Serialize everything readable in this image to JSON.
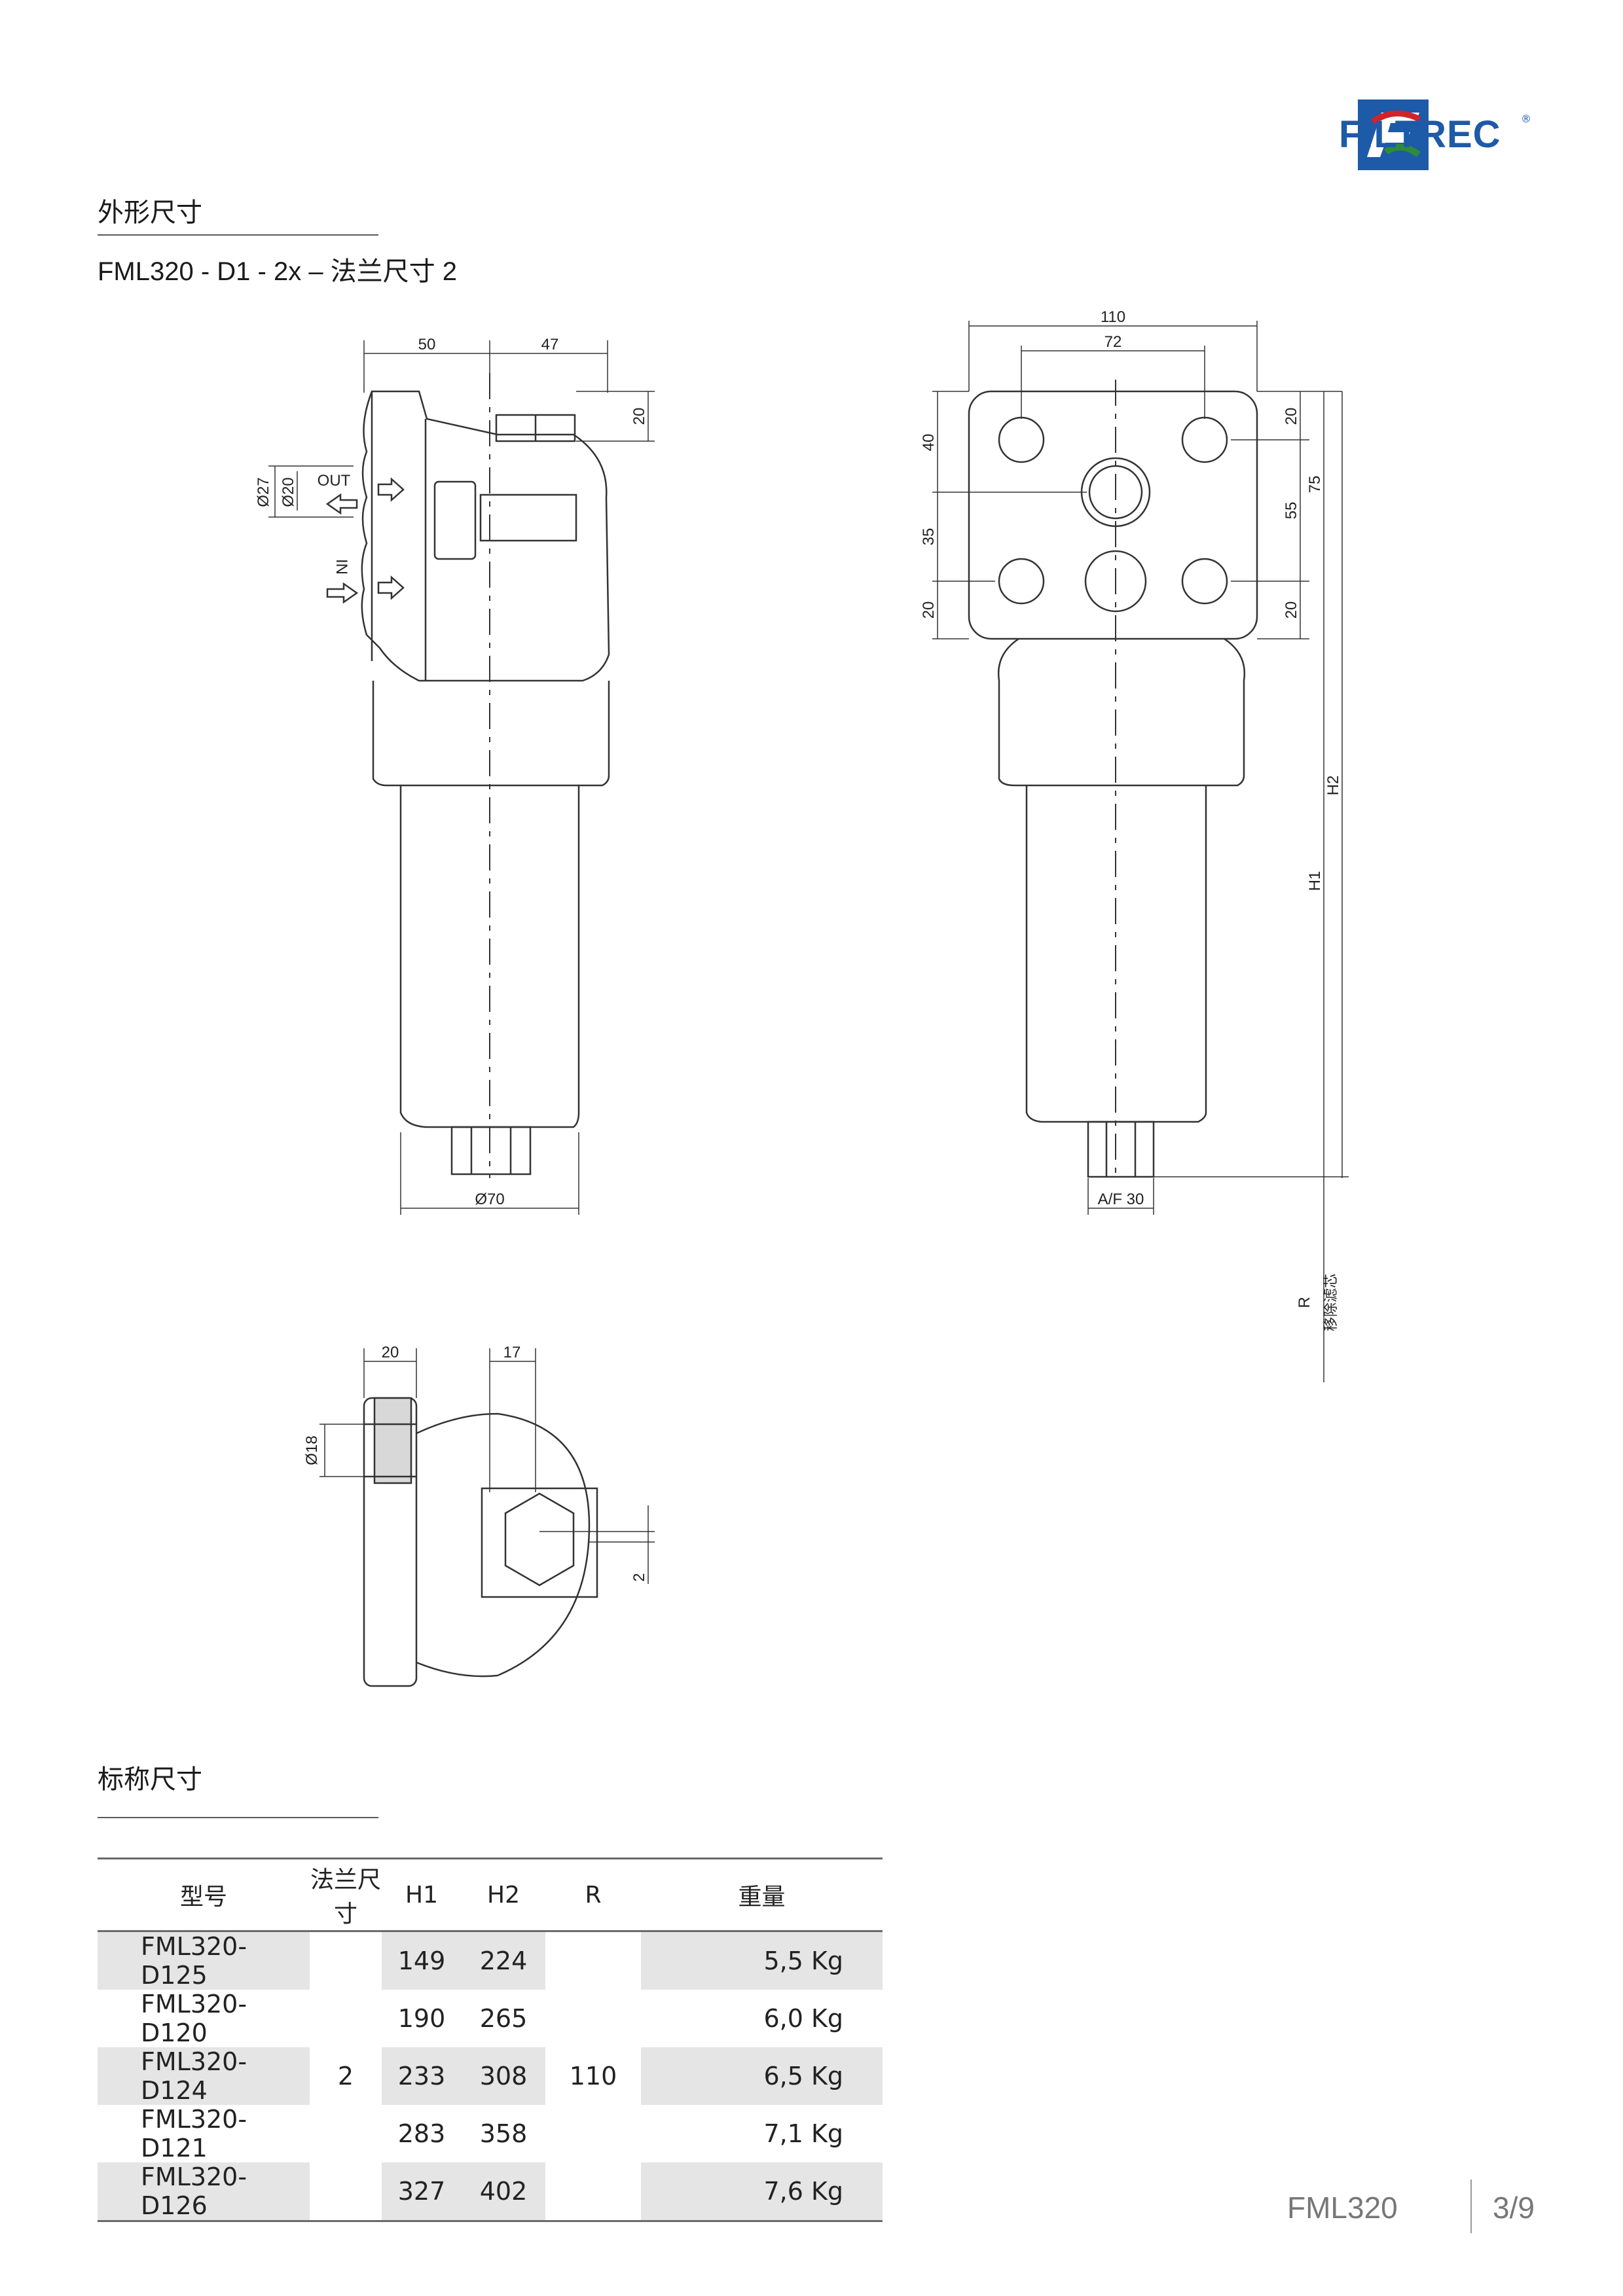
{
  "brand": {
    "name": "FILTREC",
    "reg_mark": "®",
    "colors": {
      "blue": "#1d5aa8",
      "red": "#d2232a",
      "green": "#2e8b3a"
    }
  },
  "section_outline": {
    "title": "外形尺寸"
  },
  "subtitle": "FML320 - D1 - 2x – 法兰尺寸 2",
  "drawing": {
    "side_view": {
      "dim_50": "50",
      "dim_47": "47",
      "dim_20": "20",
      "dia_27": "Ø27",
      "dia_20": "Ø20",
      "out_label": "OUT",
      "in_label": "IN",
      "dia_70": "Ø70"
    },
    "front_view": {
      "dim_110": "110",
      "dim_72": "72",
      "dim_40": "40",
      "dim_35": "35",
      "dim_20a": "20",
      "dim_20r_top": "20",
      "dim_55": "55",
      "dim_75": "75",
      "dim_20r_bottom": "20",
      "h2": "H2",
      "h1": "H1",
      "af": "A/F 30",
      "r_label": "R",
      "r_note": "移除滤芯"
    },
    "flange_view": {
      "dim_20": "20",
      "dim_17": "17",
      "dia_18": "Ø18",
      "dim_2": "2"
    }
  },
  "section_nominal": {
    "title": "标称尺寸"
  },
  "table": {
    "headers": [
      "型号",
      "法兰尺寸",
      "H1",
      "H2",
      "R",
      "重量"
    ],
    "flange_size": "2",
    "r_value": "110",
    "rows": [
      {
        "model": "FML320-D125",
        "h1": "149",
        "h2": "224",
        "weight": "5,5 Kg"
      },
      {
        "model": "FML320-D120",
        "h1": "190",
        "h2": "265",
        "weight": "6,0 Kg"
      },
      {
        "model": "FML320-D124",
        "h1": "233",
        "h2": "308",
        "weight": "6,5 Kg"
      },
      {
        "model": "FML320-D121",
        "h1": "283",
        "h2": "358",
        "weight": "7,1 Kg"
      },
      {
        "model": "FML320-D126",
        "h1": "327",
        "h2": "402",
        "weight": "7,6 Kg"
      }
    ]
  },
  "footer": {
    "model": "FML320",
    "page": "3/9"
  }
}
